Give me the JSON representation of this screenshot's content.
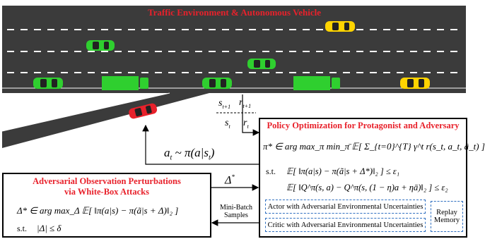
{
  "env": {
    "title": "Traffic Environment & Autonomous Vehicle",
    "colors": {
      "road": "#3b3b3b",
      "lane": "#ffffff",
      "title": "#e8212b"
    }
  },
  "labels": {
    "s_next": "s",
    "s_next_sub": "t+1",
    "r_next": "r",
    "r_next_sub": "t+1",
    "s_t": "s",
    "s_t_sub": "t",
    "r_t": "r",
    "r_t_sub": "t",
    "action": "a",
    "action_sub": "t",
    "action_rest": " ~ π(a|s",
    "action_rest_sub": "t",
    "action_close": ")",
    "delta_star": "Δ",
    "delta_star_sup": "*",
    "minibatch_line1": "Mini-Batch",
    "minibatch_line2": "Samples"
  },
  "policy": {
    "title": "Policy Optimization for Protagonist and Adversary",
    "eq1": "π* ∈ arg max_π min_π̄ 𝔼[ Σ_{t=0}^{T} γ^t r(s_t, a_t, ā_t) ]",
    "st": "s.t.",
    "c1": "𝔼[ ‖π(a|s) − π(ã|s + Δ*)‖₂ ] ≤ ε₁",
    "c2": "𝔼[ ‖Q^π(s, a) − Q^π(s, (1 − η)a + ηā)‖₂ ] ≤ ε₂",
    "actor": "Actor with Adversarial Environmental Uncertainties",
    "critic": "Critic with Adversarial Environmental Uncertainties",
    "replay_line1": "Replay",
    "replay_line2": "Memory"
  },
  "adv": {
    "title_line1": "Adversarial Observation Perturbations",
    "title_line2": "via White-Box Attacks",
    "eq": "Δ* ∈ arg max_Δ 𝔼[ ‖π(a|s) − π(ã|s + Δ)‖₂ ]",
    "st": "s.t.",
    "constraint": "|Δ| ≤ δ"
  }
}
